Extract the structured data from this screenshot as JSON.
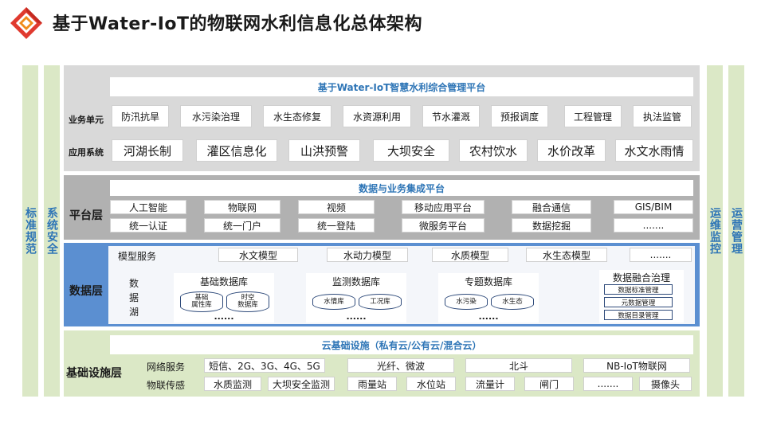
{
  "header": {
    "title": "基于Water-IoT的物联网水利信息化总体架构"
  },
  "sides": {
    "left_outer": "标准规范",
    "left_inner": "系统安全",
    "right_inner": "运维监控",
    "right_outer": "运营管理"
  },
  "app": {
    "platform_title": "基于Water-IoT智慧水利综合管理平台",
    "business_label": "业务单元",
    "business_units": [
      "防汛抗旱",
      "水污染治理",
      "水生态修复",
      "水资源利用",
      "节水灌溉",
      "预报调度",
      "工程管理",
      "执法监管"
    ],
    "app_label": "应用系统",
    "app_systems": [
      "河湖长制",
      "灌区信息化",
      "山洪预警",
      "大坝安全",
      "农村饮水",
      "水价改革",
      "水文水雨情"
    ]
  },
  "platform": {
    "title": "数据与业务集成平台",
    "label": "平台层",
    "row1": [
      "人工智能",
      "物联网",
      "视频",
      "移动应用平台",
      "融合通信",
      "GIS/BIM"
    ],
    "row2": [
      "统一认证",
      "统一门户",
      "统一登陆",
      "微服务平台",
      "数据挖掘",
      "......."
    ]
  },
  "data": {
    "label": "数据层",
    "model_label": "模型服务",
    "models": [
      "水文模型",
      "水动力模型",
      "水质模型",
      "水生态模型",
      "......."
    ],
    "lake_label": "数\n据\n湖",
    "lake_chars": [
      "数",
      "据",
      "湖"
    ],
    "dbs": [
      {
        "title": "基础数据库",
        "items": [
          "基础\n属性库",
          "时空\n数据库"
        ],
        "more": "......"
      },
      {
        "title": "监测数据库",
        "items": [
          "水情库",
          "工况库"
        ],
        "more": "......"
      },
      {
        "title": "专题数据库",
        "items": [
          "水污染",
          "水生态"
        ],
        "more": "......"
      }
    ],
    "governance": {
      "title": "数据融合治理",
      "items": [
        "数据标准管理",
        "元数据管理",
        "数据目录管理"
      ]
    }
  },
  "infra": {
    "title": "云基础设施（私有云/公有云/混合云）",
    "label": "基础设施层",
    "network_label": "网络服务",
    "network": [
      "短信、2G、3G、4G、5G",
      "光纤、微波",
      "北斗",
      "NB-IoT物联网"
    ],
    "iot_label": "物联传感",
    "iot": [
      "水质监测",
      "大坝安全监测",
      "雨量站",
      "水位站",
      "流量计",
      "闸门",
      ".......",
      "摄像头"
    ]
  },
  "colors": {
    "title_blue": "#2e75b6",
    "app_bg": "#d9d9d9",
    "platform_bg": "#b1b1b1",
    "data_bg": "#5b8fd1",
    "infra_bg": "#dbe8c6",
    "logo_red": "#e03a2f",
    "logo_orange": "#f08c1c"
  }
}
